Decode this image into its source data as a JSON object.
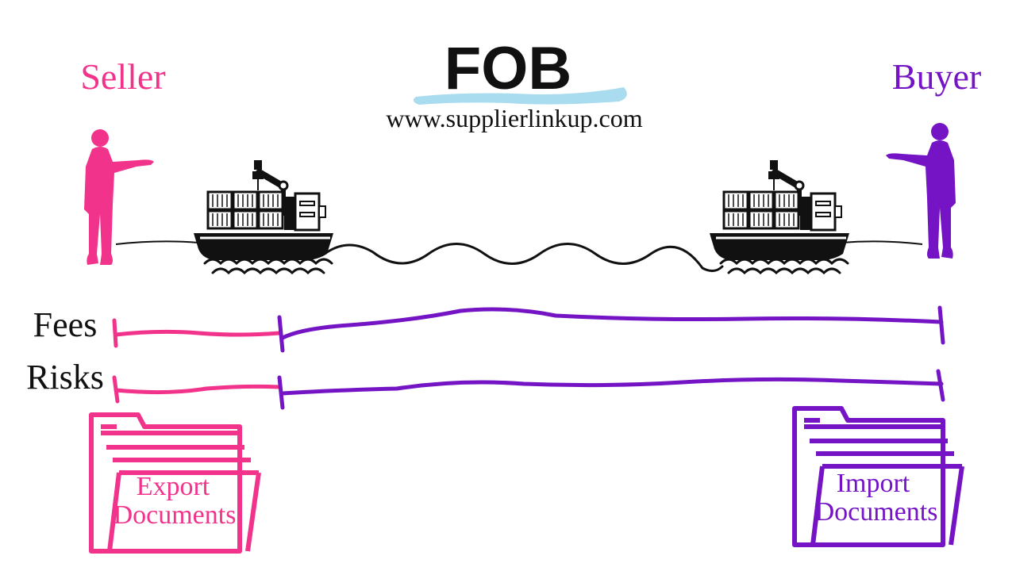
{
  "title": "FOB",
  "website": "www.supplierlinkup.com",
  "seller_label": "Seller",
  "buyer_label": "Buyer",
  "fees_label": "Fees",
  "risks_label": "Risks",
  "export_folder": {
    "line1": "Export",
    "line2": "Documents"
  },
  "import_folder": {
    "line1": "Import",
    "line2": "Documents"
  },
  "colors": {
    "seller": "#f2338b",
    "buyer": "#7414c4",
    "highlight": "#a9dcef",
    "ink": "#111111"
  }
}
